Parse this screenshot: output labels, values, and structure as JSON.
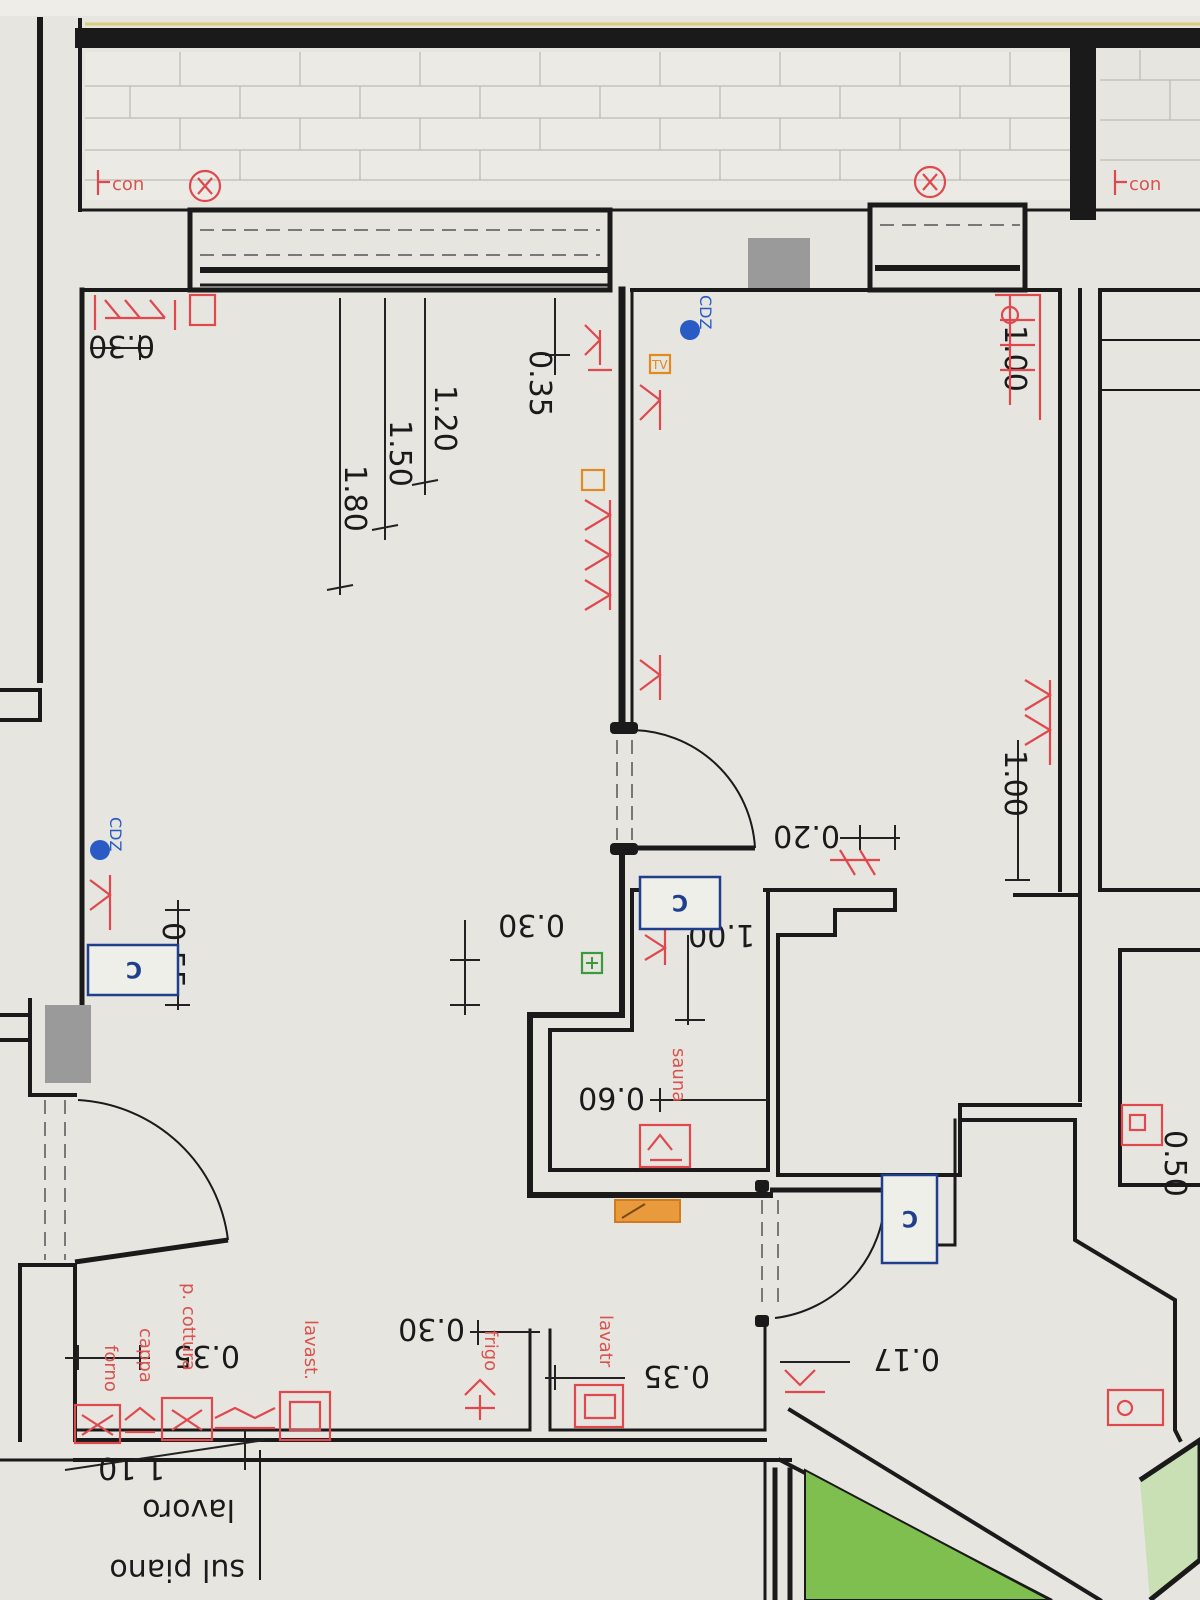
{
  "dimensions": {
    "d030_top": "0.30",
    "d035_top": "0.35",
    "d120": "1.20",
    "d150": "1.50",
    "d180": "1.80",
    "d100_right_top": "1.00",
    "d100_right_mid": "1.00",
    "d020": "0.20",
    "d030_mid": "0.30",
    "d055": "0.55",
    "d100_small": "1.00",
    "d060": "0.60",
    "d050": "0.50",
    "d030_bottom": "0.30",
    "d035_bottom_left": "0.35",
    "d035_bottom_mid": "0.35",
    "d017": "0.17",
    "d110": "1.10"
  },
  "labels": {
    "con_left": "con",
    "con_right": "con",
    "cdz_top": "CDZ",
    "cdz_left": "CDZ",
    "tv": "TV",
    "forno": "forno",
    "cappa": "cappa",
    "p_cottura": "p. cottura",
    "lavast": "lavast.",
    "frigo": "frigo",
    "lavatr": "lavatr",
    "sauna": "sauna",
    "sul_piano": "sul piano",
    "lavoro": "lavoro"
  },
  "boxes": {
    "c_left": "C",
    "c_mid": "C",
    "c_bottom": "C"
  },
  "colors": {
    "paper": "#e6e5e0",
    "wall": "#1a1a1a",
    "electrical_red": "#e0484d",
    "box_blue": "#1f3f8c",
    "cdz_blue": "#2a5bc4",
    "tv_orange": "#e08a20",
    "green_socket": "#3b9a3b",
    "garden_green": "#7fbf4f",
    "grey_pillar": "#9a9a9a"
  }
}
